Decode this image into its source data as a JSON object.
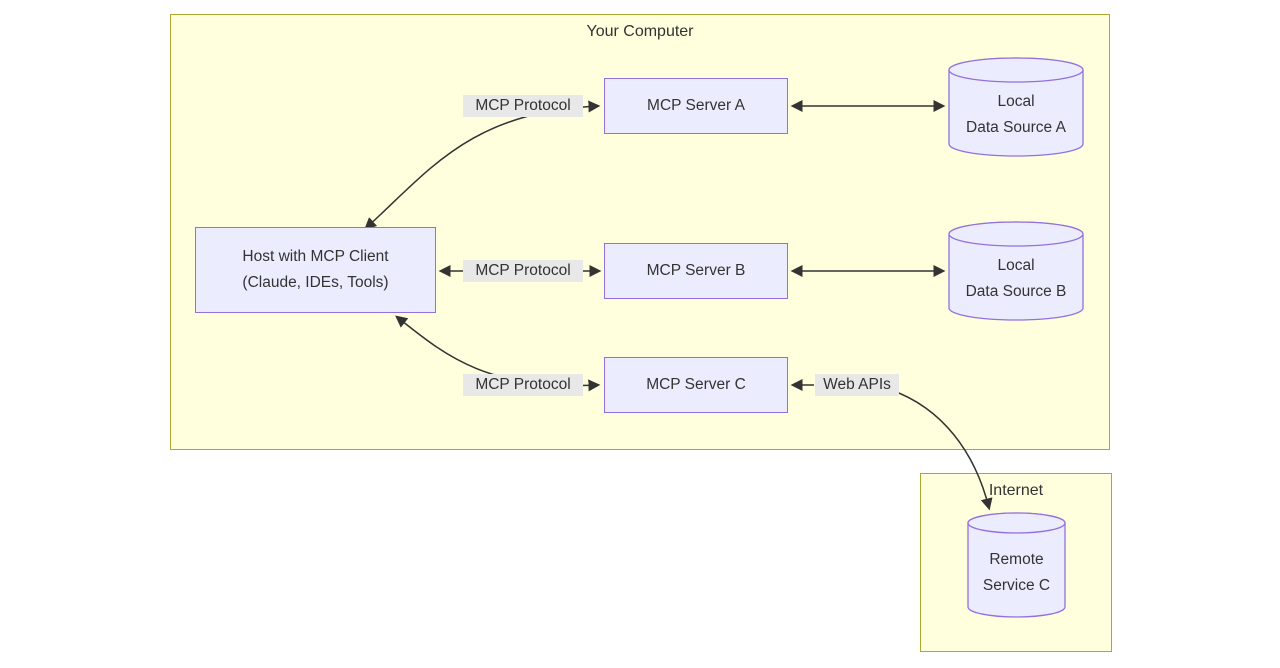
{
  "diagram": {
    "type": "architecture-flowchart",
    "clusters": {
      "your_computer": {
        "label": "Your Computer"
      },
      "internet": {
        "label": "Internet"
      }
    },
    "nodes": {
      "host": {
        "line1": "Host with MCP Client",
        "line2": "(Claude, IDEs, Tools)"
      },
      "server_a": {
        "label": "MCP Server A"
      },
      "server_b": {
        "label": "MCP Server B"
      },
      "server_c": {
        "label": "MCP Server C"
      },
      "data_source_a": {
        "line1": "Local",
        "line2": "Data Source A"
      },
      "data_source_b": {
        "line1": "Local",
        "line2": "Data Source B"
      },
      "remote_service_c": {
        "line1": "Remote",
        "line2": "Service C"
      }
    },
    "edge_labels": {
      "mcp_protocol_a": "MCP Protocol",
      "mcp_protocol_b": "MCP Protocol",
      "mcp_protocol_c": "MCP Protocol",
      "web_apis": "Web APIs"
    },
    "edges": [
      {
        "from": "host",
        "to": "server_a",
        "label": "MCP Protocol",
        "direction": "bidirectional"
      },
      {
        "from": "host",
        "to": "server_b",
        "label": "MCP Protocol",
        "direction": "bidirectional"
      },
      {
        "from": "host",
        "to": "server_c",
        "label": "MCP Protocol",
        "direction": "bidirectional"
      },
      {
        "from": "server_a",
        "to": "data_source_a",
        "direction": "bidirectional"
      },
      {
        "from": "server_b",
        "to": "data_source_b",
        "direction": "bidirectional"
      },
      {
        "from": "server_c",
        "to": "remote_service_c",
        "label": "Web APIs",
        "direction": "bidirectional"
      }
    ],
    "colors": {
      "node_fill": "#ECECFF",
      "node_border": "#9370DB",
      "cluster_fill": "#FFFFDE",
      "cluster_border": "#AAAA33",
      "edge_label_bg": "#E8E8E8",
      "edge_line": "#333333",
      "text": "#333333",
      "canvas": "#FFFFFF"
    }
  }
}
